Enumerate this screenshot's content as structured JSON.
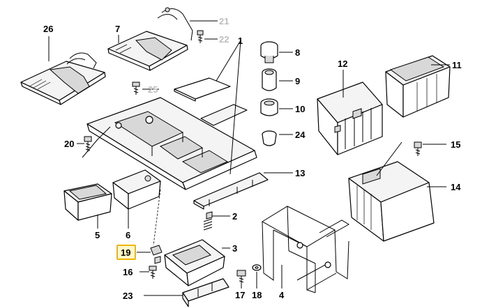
{
  "diagram": {
    "callouts": [
      {
        "id": "26",
        "text": "26",
        "highlighted": false,
        "dimmed": false
      },
      {
        "id": "7",
        "text": "7",
        "highlighted": false,
        "dimmed": false
      },
      {
        "id": "21",
        "text": "21",
        "highlighted": false,
        "dimmed": true
      },
      {
        "id": "22",
        "text": "22",
        "highlighted": false,
        "dimmed": true
      },
      {
        "id": "1",
        "text": "1",
        "highlighted": false,
        "dimmed": false
      },
      {
        "id": "8",
        "text": "8",
        "highlighted": false,
        "dimmed": false
      },
      {
        "id": "9",
        "text": "9",
        "highlighted": false,
        "dimmed": false
      },
      {
        "id": "10",
        "text": "10",
        "highlighted": false,
        "dimmed": false
      },
      {
        "id": "24",
        "text": "24",
        "highlighted": false,
        "dimmed": false
      },
      {
        "id": "12",
        "text": "12",
        "highlighted": false,
        "dimmed": false
      },
      {
        "id": "11",
        "text": "11",
        "highlighted": false,
        "dimmed": false
      },
      {
        "id": "25",
        "text": "25",
        "highlighted": false,
        "dimmed": true
      },
      {
        "id": "20",
        "text": "20",
        "highlighted": false,
        "dimmed": false
      },
      {
        "id": "15",
        "text": "15",
        "highlighted": false,
        "dimmed": false
      },
      {
        "id": "13",
        "text": "13",
        "highlighted": false,
        "dimmed": false
      },
      {
        "id": "14",
        "text": "14",
        "highlighted": false,
        "dimmed": false
      },
      {
        "id": "2",
        "text": "2",
        "highlighted": false,
        "dimmed": false
      },
      {
        "id": "5",
        "text": "5",
        "highlighted": false,
        "dimmed": false
      },
      {
        "id": "6",
        "text": "6",
        "highlighted": false,
        "dimmed": false
      },
      {
        "id": "19",
        "text": "19",
        "highlighted": true,
        "dimmed": false
      },
      {
        "id": "3",
        "text": "3",
        "highlighted": false,
        "dimmed": false
      },
      {
        "id": "16",
        "text": "16",
        "highlighted": false,
        "dimmed": false
      },
      {
        "id": "23",
        "text": "23",
        "highlighted": false,
        "dimmed": false
      },
      {
        "id": "17",
        "text": "17",
        "highlighted": false,
        "dimmed": false
      },
      {
        "id": "18",
        "text": "18",
        "highlighted": false,
        "dimmed": false
      },
      {
        "id": "4",
        "text": "4",
        "highlighted": false,
        "dimmed": false
      }
    ],
    "colors": {
      "highlight_fill": "#fff8c8",
      "highlight_border": "#f0b400",
      "dimmed_label": "#bdbdbd",
      "line": "#000000"
    }
  }
}
